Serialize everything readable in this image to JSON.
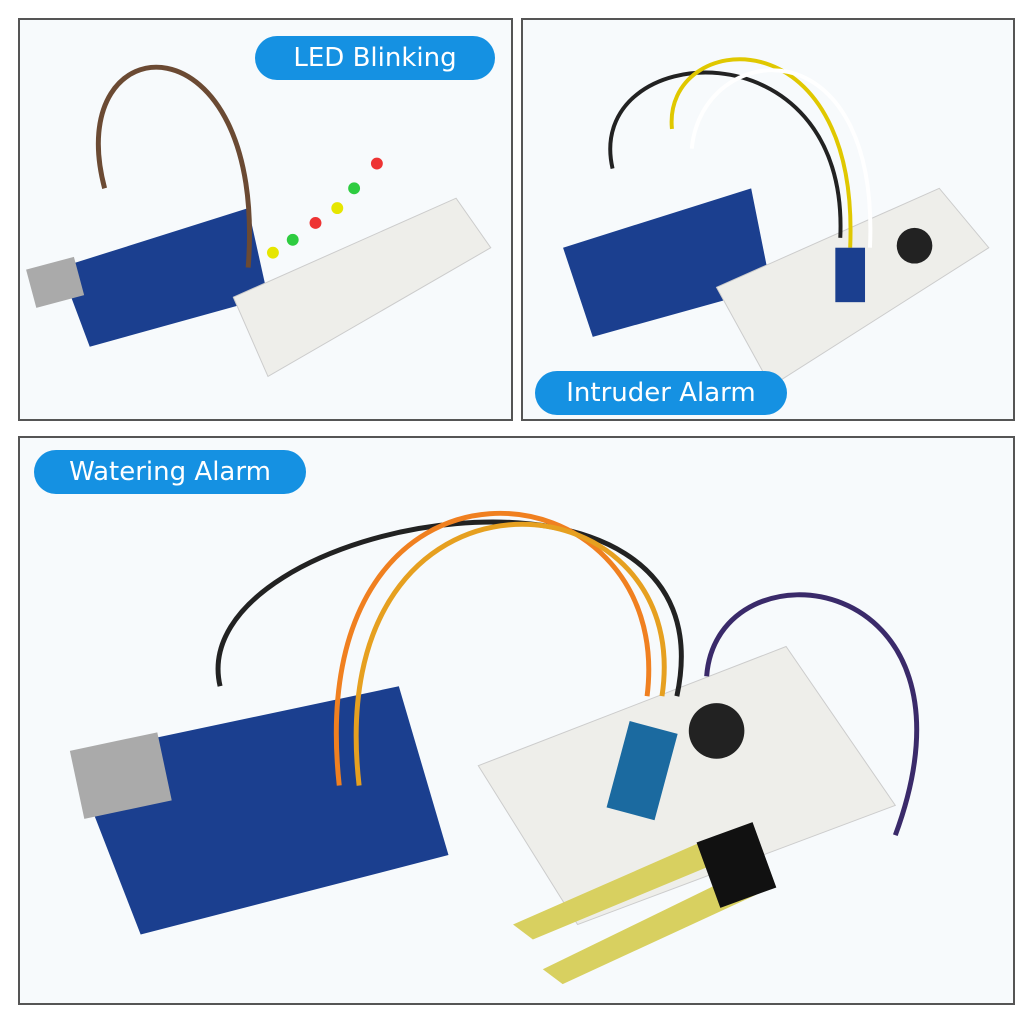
{
  "panels": [
    {
      "label": "LED Blinking"
    },
    {
      "label": "Intruder Alarm"
    },
    {
      "label": "Watering Alarm"
    }
  ],
  "colors": {
    "label_bg": "#1591e2",
    "label_text": "#ffffff",
    "border": "#555555",
    "board": "#1b3f8f",
    "breadboard": "#f2f2ee"
  }
}
